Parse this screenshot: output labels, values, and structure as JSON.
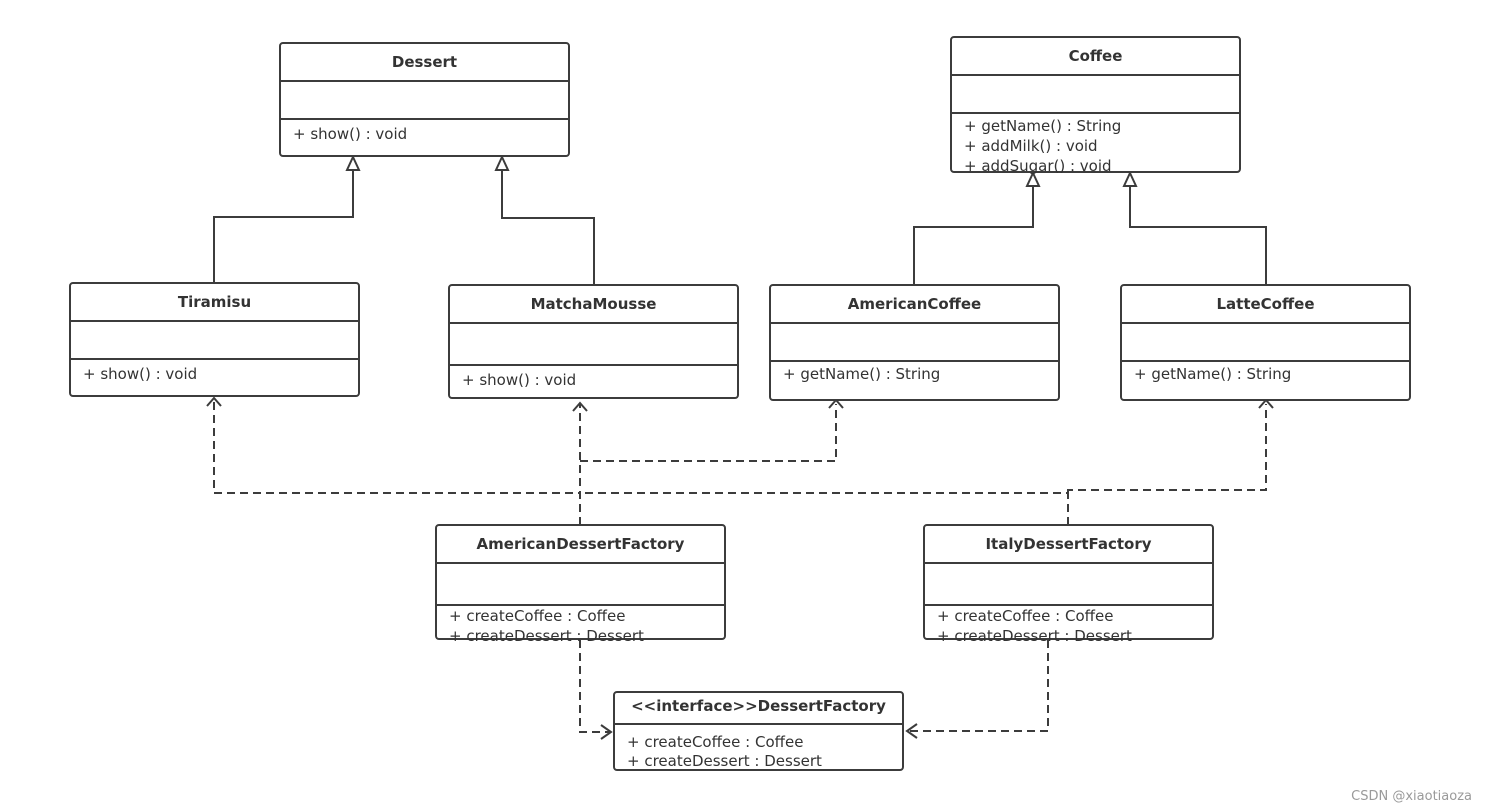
{
  "classes": {
    "dessert": {
      "name": "Dessert",
      "ops": [
        "+ show() : void"
      ]
    },
    "coffee": {
      "name": "Coffee",
      "ops": [
        "+ getName() : String",
        "+ addMilk() : void",
        "+ addSugar() : void"
      ]
    },
    "tiramisu": {
      "name": "Tiramisu",
      "ops": [
        "+ show() : void"
      ]
    },
    "matcha": {
      "name": "MatchaMousse",
      "ops": [
        "+ show() : void"
      ]
    },
    "american_coffee": {
      "name": "AmericanCoffee",
      "ops": [
        "+ getName() : String"
      ]
    },
    "latte": {
      "name": "LatteCoffee",
      "ops": [
        "+ getName() : String"
      ]
    },
    "american_factory": {
      "name": "AmericanDessertFactory",
      "ops": [
        "+ createCoffee : Coffee",
        "+ createDessert : Dessert"
      ]
    },
    "italy_factory": {
      "name": "ItalyDessertFactory",
      "ops": [
        "+ createCoffee : Coffee",
        "+ createDessert : Dessert"
      ]
    },
    "interface": {
      "name": "<<interface>>DessertFactory",
      "ops": [
        "+ createCoffee : Coffee",
        "+ createDessert : Dessert"
      ]
    }
  },
  "watermark": "CSDN @xiaotiaoza",
  "colors": {
    "line": "#3c3c3c",
    "text": "#333333",
    "watermark": "#9a9a9a"
  }
}
